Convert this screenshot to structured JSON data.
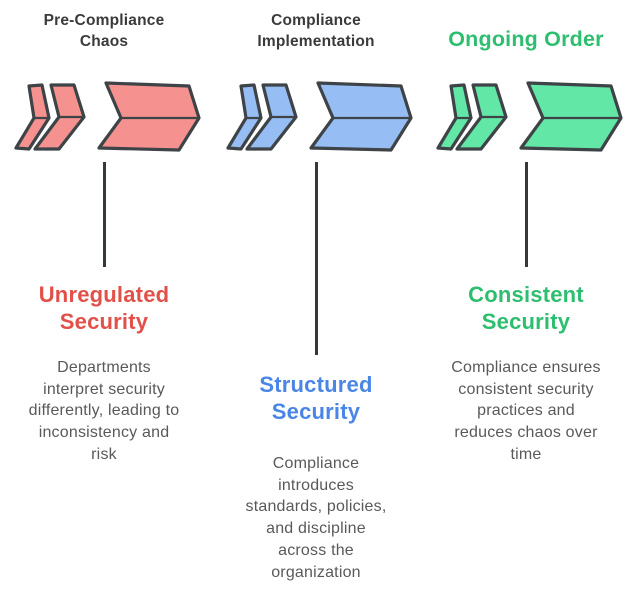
{
  "diagram": {
    "background": "#FFFFFF",
    "outline_color": "#3E4347",
    "connector_color": "#35393C",
    "description_color": "#58595B",
    "columns": [
      {
        "title": "Pre-Compliance\nChaos",
        "title_color": "#3A3A3A",
        "arrow_fill": "#F5928F",
        "accent": "#E2504A",
        "subtitle": "Unregulated\nSecurity",
        "description": "Departments\ninterpret security\ndifferently, leading to\ninconsistency and\nrisk"
      },
      {
        "title": "Compliance\nImplementation",
        "title_color": "#3A3A3A",
        "arrow_fill": "#97BEF4",
        "accent": "#4A86E8",
        "subtitle": "Structured\nSecurity",
        "description": "Compliance\nintroduces\nstandards, policies,\nand discipline\nacross the\norganization"
      },
      {
        "title": "Ongoing Order",
        "title_color": "#2DBE70",
        "arrow_fill": "#63E7A7",
        "accent": "#2DBE70",
        "subtitle": "Consistent\nSecurity",
        "description": "Compliance ensures\nconsistent security\npractices and\nreduces chaos over\ntime"
      }
    ]
  }
}
